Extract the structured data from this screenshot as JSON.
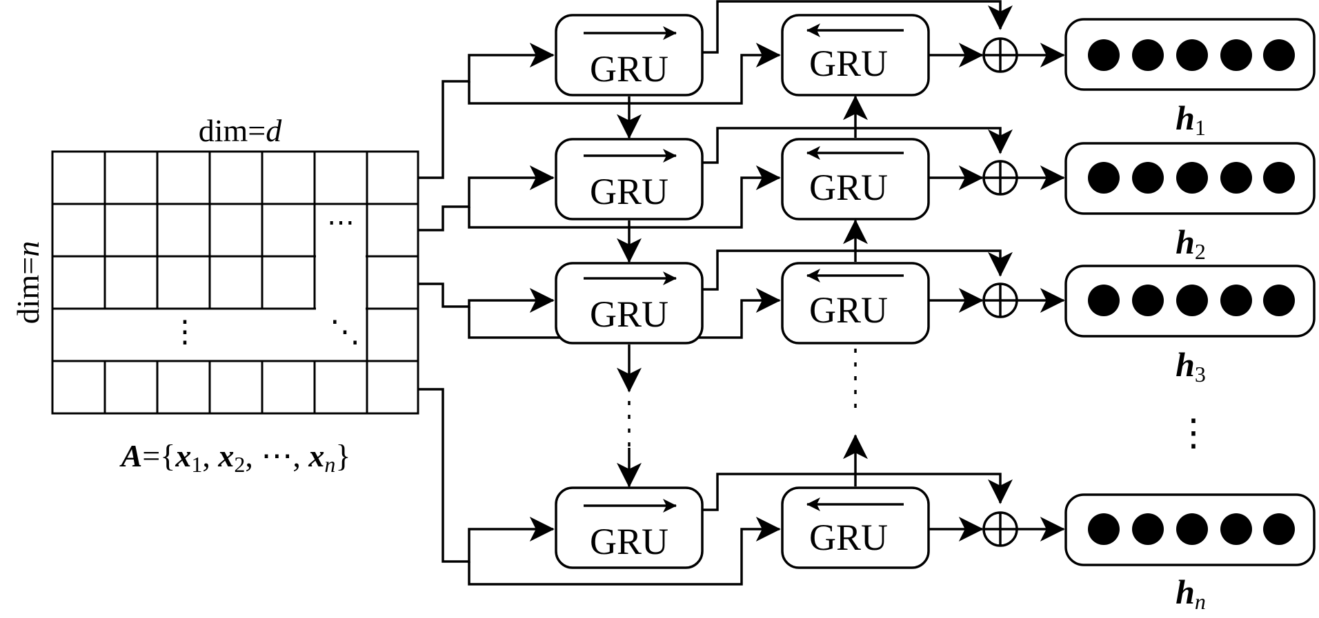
{
  "matrix": {
    "dim_d_prefix": "dim=",
    "dim_d_var": "d",
    "dim_n_prefix": "dim=",
    "dim_n_var": "n",
    "set_name": "A",
    "set_open": "={",
    "set_items": [
      {
        "name": "x",
        "sub": "1",
        "sep": ", "
      },
      {
        "name": "x",
        "sub": "2",
        "sep": ", "
      },
      {
        "name": "",
        "sub": "",
        "sep": "⋯, "
      },
      {
        "name": "x",
        "sub": "n",
        "sep": ""
      }
    ],
    "set_close": "}",
    "row_ellipsis": "⋯",
    "col_ellipsis": "⋮",
    "diag_ellipsis": "⋱"
  },
  "gru_label": "GRU",
  "outputs": [
    {
      "name": "h",
      "sub": "1"
    },
    {
      "name": "h",
      "sub": "2"
    },
    {
      "name": "h",
      "sub": "3"
    },
    {
      "name": "h",
      "sub": "n"
    }
  ],
  "output_ellipsis": "⋮",
  "concat_symbol": "⊕"
}
